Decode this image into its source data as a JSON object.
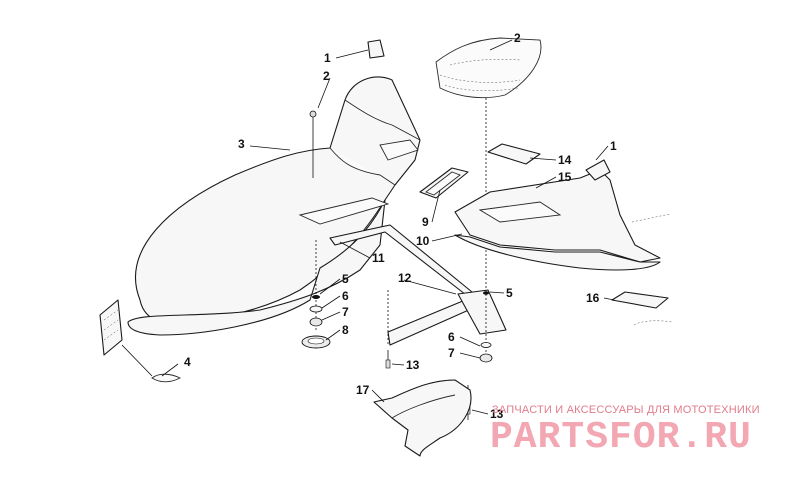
{
  "diagram": {
    "callouts": [
      {
        "id": "c1a",
        "label": "1"
      },
      {
        "id": "c2a",
        "label": "2"
      },
      {
        "id": "c3",
        "label": "3"
      },
      {
        "id": "c4",
        "label": "4"
      },
      {
        "id": "c5a",
        "label": "5"
      },
      {
        "id": "c6a",
        "label": "6"
      },
      {
        "id": "c7a",
        "label": "7"
      },
      {
        "id": "c8",
        "label": "8"
      },
      {
        "id": "c2b",
        "label": "2"
      },
      {
        "id": "c1b",
        "label": "1"
      },
      {
        "id": "c14",
        "label": "14"
      },
      {
        "id": "c15",
        "label": "15"
      },
      {
        "id": "c9",
        "label": "9"
      },
      {
        "id": "c10",
        "label": "10"
      },
      {
        "id": "c11",
        "label": "11"
      },
      {
        "id": "c12",
        "label": "12"
      },
      {
        "id": "c5b",
        "label": "5"
      },
      {
        "id": "c16",
        "label": "16"
      },
      {
        "id": "c6b",
        "label": "6"
      },
      {
        "id": "c7b",
        "label": "7"
      },
      {
        "id": "c13a",
        "label": "13"
      },
      {
        "id": "c17",
        "label": "17"
      },
      {
        "id": "c13b",
        "label": "13"
      }
    ]
  },
  "watermark": {
    "tagline": "ЗАПЧАСТИ И АКСЕССУАРЫ ДЛЯ МОТОТЕХНИКИ",
    "logo": "PARTSFOR.RU"
  },
  "colors": {
    "line": "#1a1a1a",
    "fill": "#f7f7f7",
    "watermark_text": "#e07c8a",
    "watermark_logo": "#f2a7b2"
  }
}
